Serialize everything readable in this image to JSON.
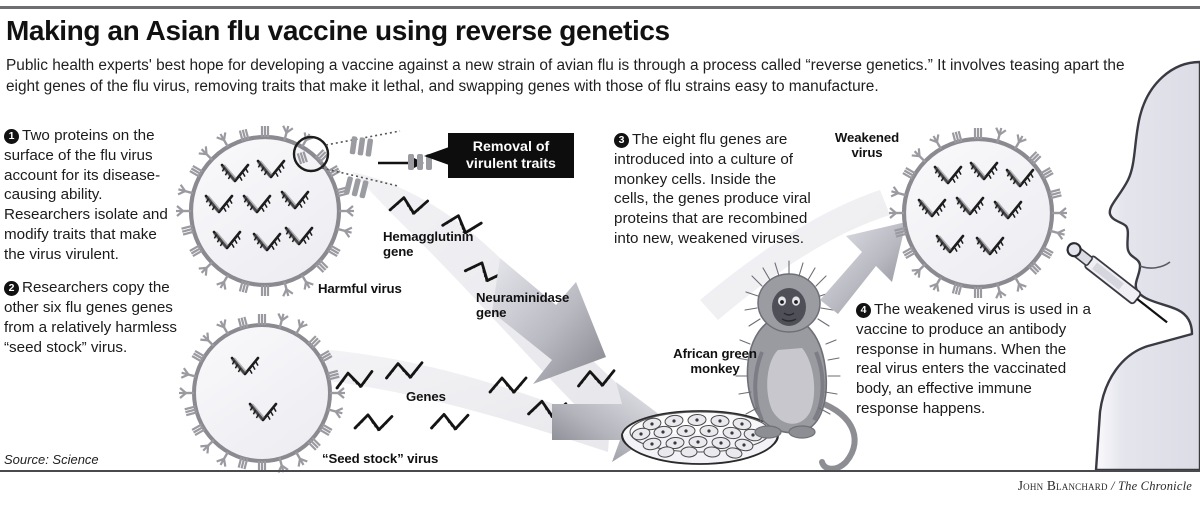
{
  "header": {
    "headline": "Making an Asian flu vaccine using reverse genetics",
    "deck": "Public health experts' best hope for developing a vaccine against a new strain of avian flu is through a process called “reverse genetics.” It involves teasing apart the eight genes of the flu virus, removing traits that make it lethal, and swapping genes with those of flu strains easy to manufacture."
  },
  "steps": [
    {
      "number": "1",
      "text": "Two proteins on the surface of the flu virus account for its disease-causing ability. Researchers isolate and modify traits that make the virus virulent."
    },
    {
      "number": "2",
      "text": "Researchers copy the other six flu genes genes from a relatively harmless “seed stock” virus."
    },
    {
      "number": "3",
      "text": "The eight flu genes are introduced into a culture of monkey cells. Inside the cells, the genes produce viral proteins that are recombined into new, weakened viruses."
    },
    {
      "number": "4",
      "text": "The weakened virus is used in a vaccine to produce an antibody response in humans. When the real virus enters the vaccinated body, an effective immune response happens."
    }
  ],
  "callout": {
    "line1": "Removal of",
    "line2": "virulent traits"
  },
  "labels": {
    "hemagglutinin": "Hemagglutinin gene",
    "harmful_virus": "Harmful virus",
    "neuraminidase": "Neuraminidase gene",
    "genes": "Genes",
    "seed_stock": "“Seed stock” virus",
    "monkey": "African green monkey",
    "weakened_virus": "Weakened virus"
  },
  "footer": {
    "source": "Source: Science",
    "credit_name": "John Blanchard",
    "credit_sep": " / ",
    "credit_org": "The Chronicle"
  },
  "colors": {
    "ink": "#111111",
    "callout_bg": "#0d0d0d",
    "rule": "#6e6e72",
    "virus_membrane": "#8a8a90",
    "virus_fill": "#f2f2f5",
    "spike": "#9a9aa0",
    "arrow_light": "#d9d9de",
    "arrow_dark": "#8d8d95",
    "skin": "#e9e9f0",
    "monkey": "#8f8f95"
  }
}
